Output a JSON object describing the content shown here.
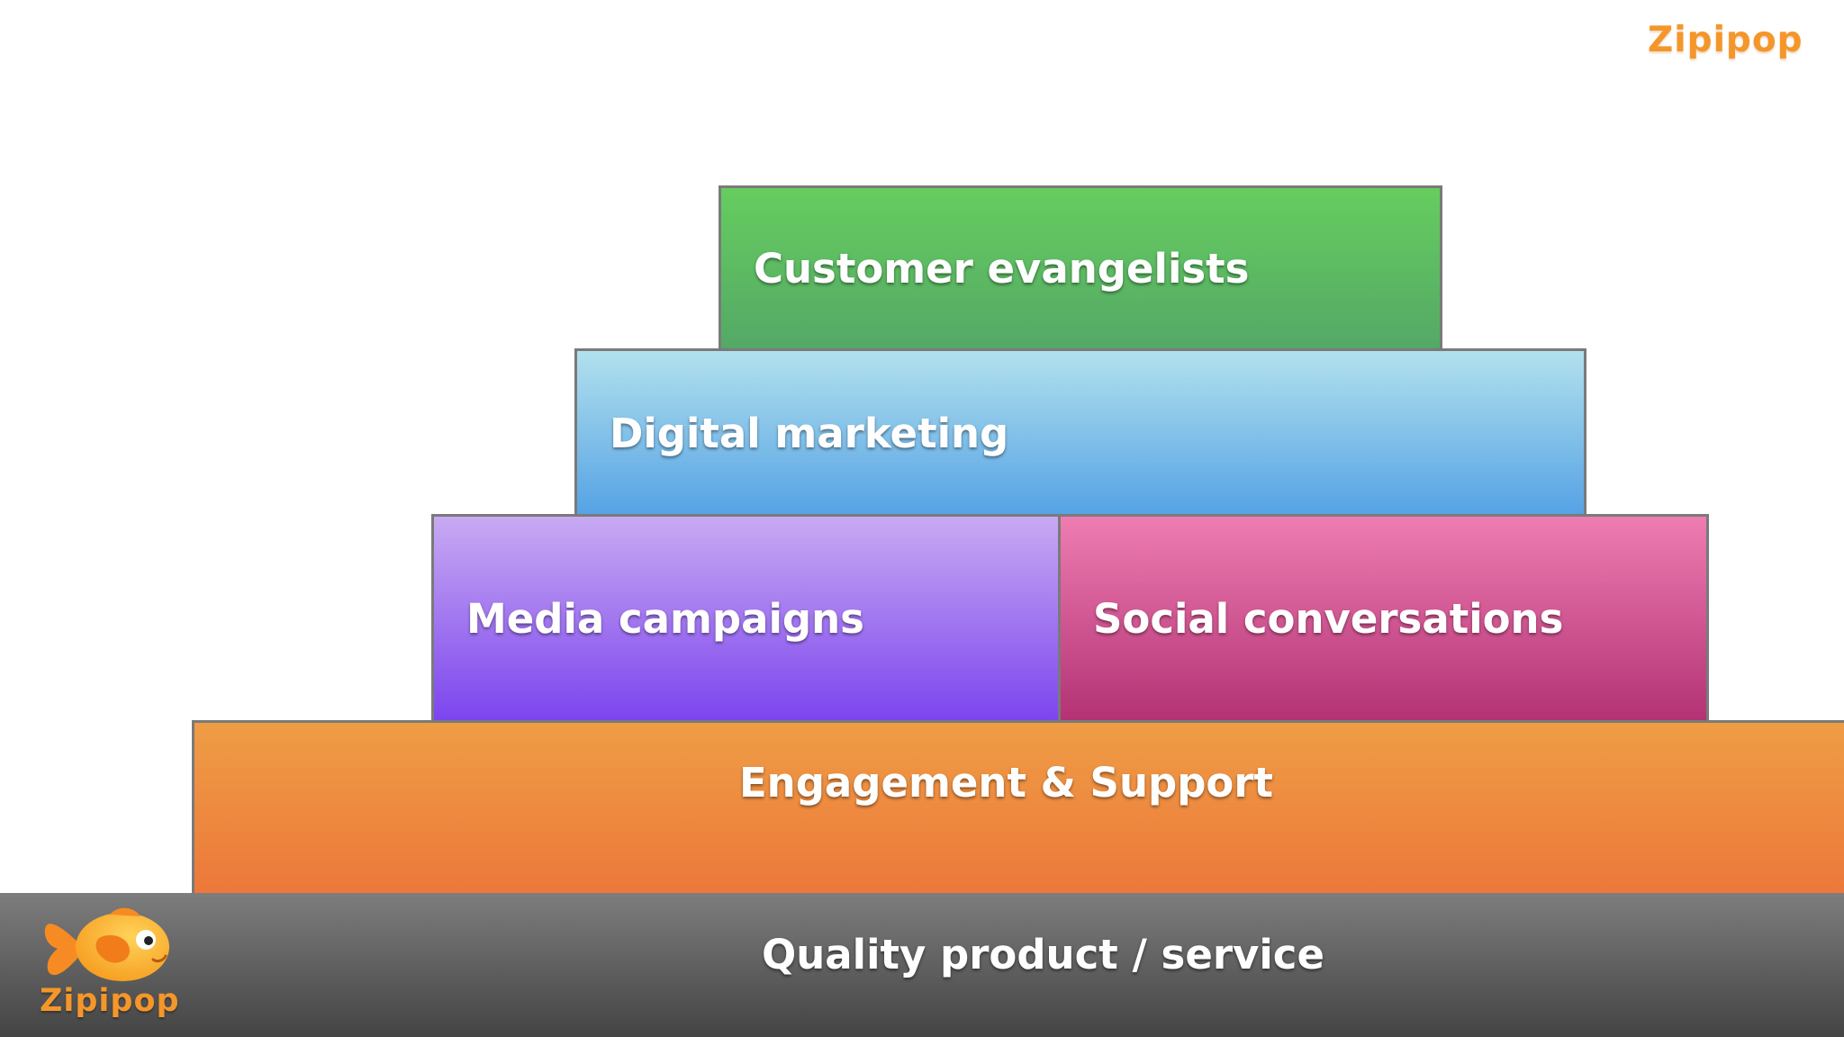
{
  "brand": {
    "name_top": "Zipipop",
    "name_logo": "Zipipop",
    "logo_icon": "goldfish-logo-icon",
    "accent_color": "#f5962a"
  },
  "pyramid": {
    "tiers": [
      {
        "id": "top",
        "label": "Customer evangelists",
        "color": "#5cb862"
      },
      {
        "id": "digital",
        "label": "Digital marketing",
        "color": "#7dbbe8"
      },
      {
        "id": "media",
        "label": "Media campaigns",
        "color": "#9b6ff0"
      },
      {
        "id": "social",
        "label": "Social conversations",
        "color": "#d4559a"
      },
      {
        "id": "engagement",
        "label": "Engagement & Support",
        "color": "#ee8a3f"
      },
      {
        "id": "base",
        "label": "Quality product / service",
        "color": "#5f5f5f"
      }
    ]
  }
}
